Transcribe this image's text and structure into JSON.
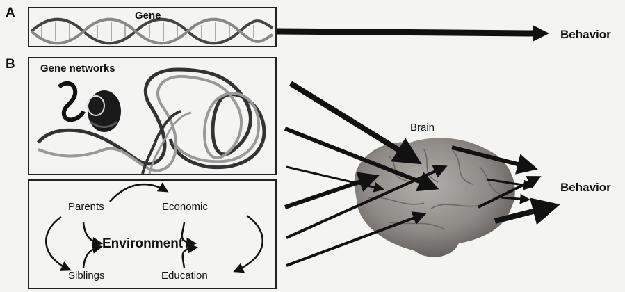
{
  "panel_a": {
    "letter": "A",
    "title": "Gene",
    "outcome": "Behavior"
  },
  "panel_b": {
    "letter": "B",
    "networks_title": "Gene networks",
    "brain_label": "Brain",
    "outcome": "Behavior",
    "environment": {
      "center": "Environment",
      "factors": [
        "Parents",
        "Economic",
        "Siblings",
        "Education"
      ]
    }
  },
  "colors": {
    "ink": "#111111",
    "panel_fill": "#e9e9e6",
    "brain": "#8d8a86"
  },
  "icons": [
    "dna-helix-icon",
    "chromosome-icon",
    "brain-icon",
    "arrow-icon"
  ]
}
